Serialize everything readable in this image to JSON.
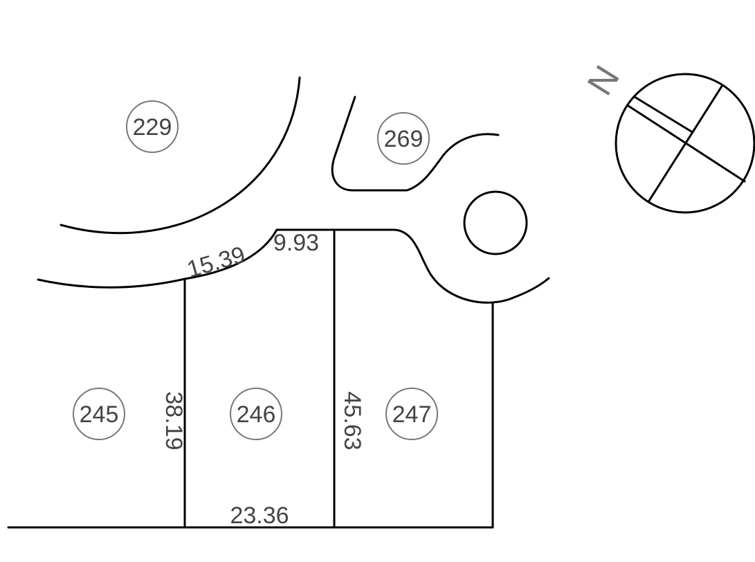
{
  "lots": [
    {
      "number": "229"
    },
    {
      "number": "269"
    },
    {
      "number": "245"
    },
    {
      "number": "246"
    },
    {
      "number": "247"
    }
  ],
  "dimensions": {
    "arc_left": "15.39",
    "arc_right": "9.93",
    "side_left": "38.19",
    "side_right": "45.63",
    "frontage": "23.36"
  },
  "north_arrow": {
    "label": "N"
  },
  "colors": {
    "line": "#000000",
    "text": "#444444"
  }
}
